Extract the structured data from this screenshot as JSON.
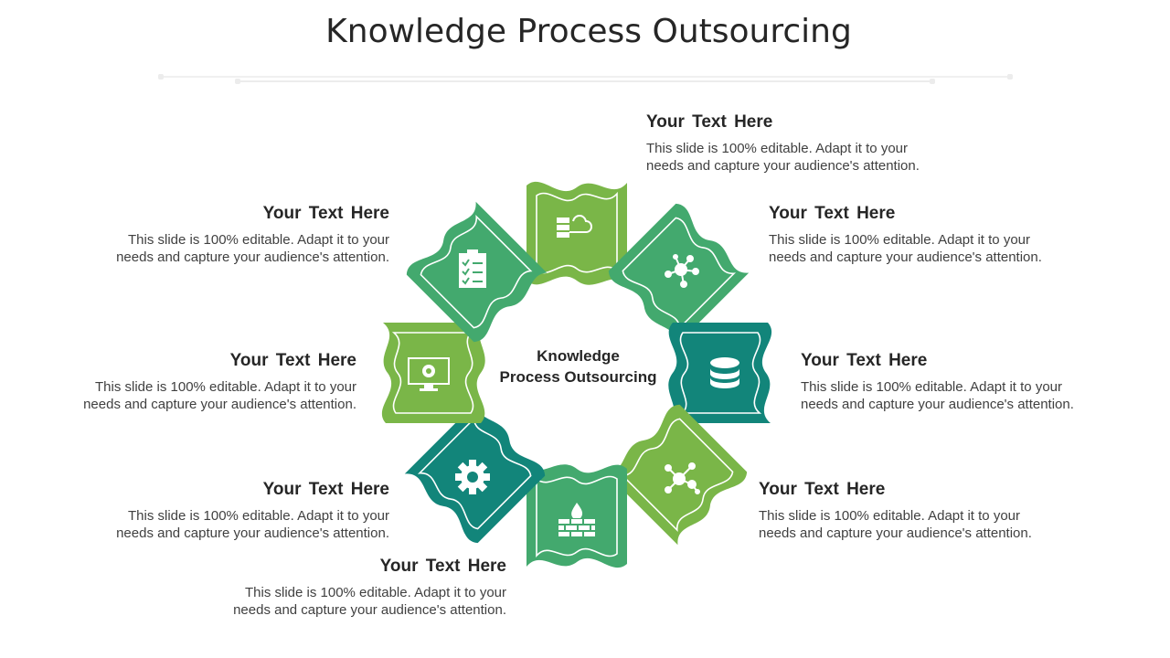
{
  "slide": {
    "title": "Knowledge Process Outsourcing",
    "center_label_line1": "Knowledge",
    "center_label_line2": "Process Outsourcing"
  },
  "colors": {
    "light_green": "#7ab648",
    "mid_green": "#43a96e",
    "teal": "#12857a",
    "text_dark": "#262626",
    "text_body": "#404040"
  },
  "segments": [
    {
      "position": "top",
      "icon": "server-cloud-icon",
      "color": "light_green"
    },
    {
      "position": "top-right",
      "icon": "network-hub-icon",
      "color": "mid_green"
    },
    {
      "position": "right",
      "icon": "database-icon",
      "color": "teal"
    },
    {
      "position": "bottom-right",
      "icon": "molecule-network-icon",
      "color": "light_green"
    },
    {
      "position": "bottom",
      "icon": "firewall-icon",
      "color": "mid_green"
    },
    {
      "position": "bottom-left",
      "icon": "gear-icon",
      "color": "teal"
    },
    {
      "position": "left",
      "icon": "monitor-gear-icon",
      "color": "light_green"
    },
    {
      "position": "top-left",
      "icon": "clipboard-checklist-icon",
      "color": "mid_green"
    }
  ],
  "items": [
    {
      "heading": "Your  Text Here",
      "line1": "This slide is 100% editable. Adapt it to your",
      "line2": "needs and capture your  audience's attention."
    },
    {
      "heading": "Your  Text Here",
      "line1": "This slide is 100% editable. Adapt it to your",
      "line2": "needs and capture your  audience's attention."
    },
    {
      "heading": "Your  Text Here",
      "line1": "This slide is 100% editable. Adapt it to your",
      "line2": "needs and capture your  audience's attention."
    },
    {
      "heading": "Your  Text Here",
      "line1": "This slide is 100% editable. Adapt it to your",
      "line2": "needs and capture your  audience's attention."
    },
    {
      "heading": "Your  Text Here",
      "line1": "This slide is 100% editable. Adapt it to your",
      "line2": "needs and capture your  audience's attention."
    },
    {
      "heading": "Your  Text Here",
      "line1": "This slide is 100% editable. Adapt it to your",
      "line2": "needs and capture your  audience's attention."
    },
    {
      "heading": "Your  Text Here",
      "line1": "This slide is 100% editable. Adapt it to your",
      "line2": "needs and capture your  audience's attention."
    },
    {
      "heading": "Your  Text Here",
      "line1": "This slide is 100% editable. Adapt it to your",
      "line2": "needs and capture your  audience's attention."
    }
  ]
}
